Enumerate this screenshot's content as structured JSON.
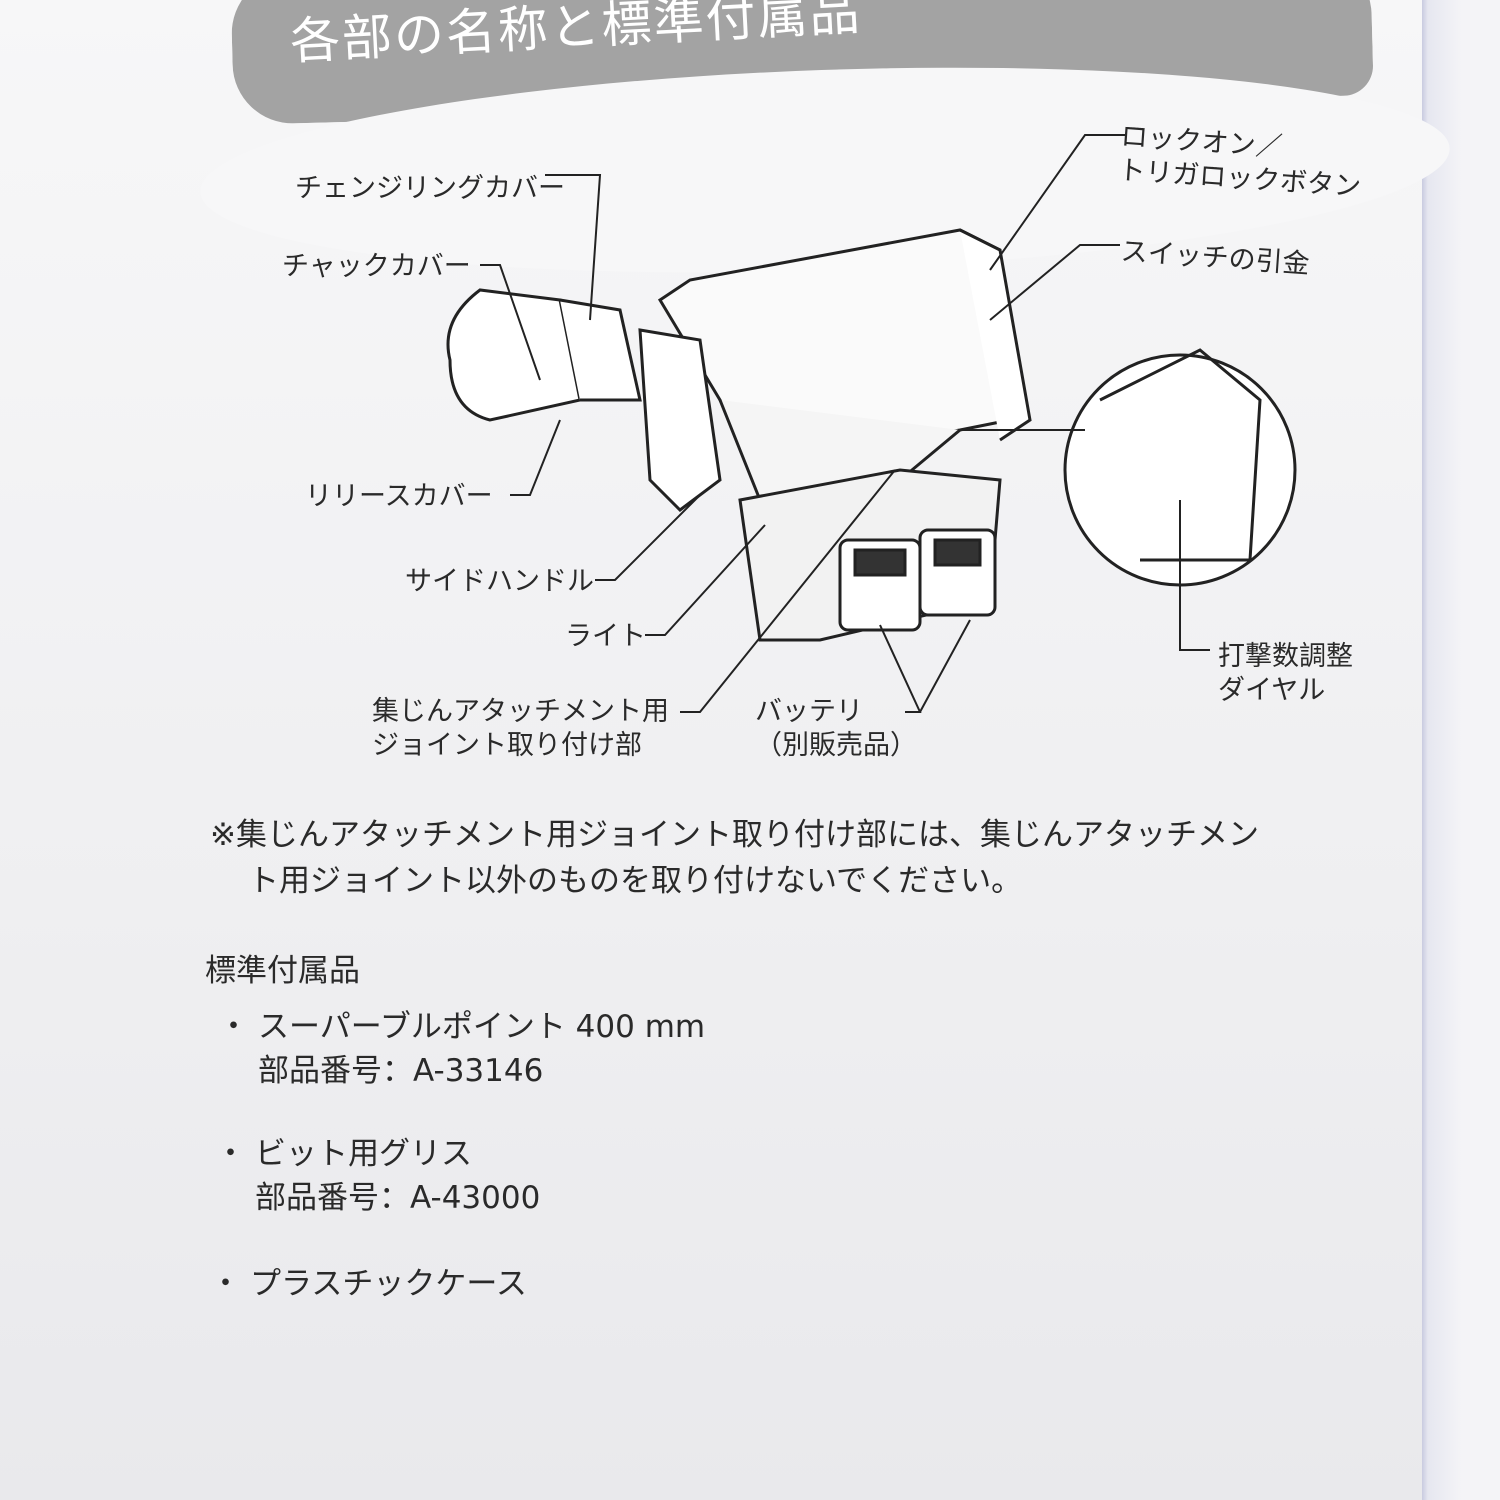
{
  "header": {
    "title": "各部の名称と標準付属品"
  },
  "parts": {
    "changing_ring_cover": "チェンジリングカバー",
    "chuck_cover": "チャックカバー",
    "release_cover": "リリースカバー",
    "side_handle": "サイドハンドル",
    "light": "ライト",
    "dust_joint_line1": "集じんアタッチメント用",
    "dust_joint_line2": "ジョイント取り付け部",
    "battery_line1": "バッテリ",
    "battery_line2": "（別販売品）",
    "lock_button_line1": "ロックオン／",
    "lock_button_line2": "トリガロックボタン",
    "switch_trigger": "スイッチの引金",
    "dial_line1": "打撃数調整",
    "dial_line2": "ダイヤル"
  },
  "note": {
    "line1": "※集じんアタッチメント用ジョイント取り付け部には、集じんアタッチメン",
    "line2": "ト用ジョイント以外のものを取り付けないでください。"
  },
  "accessories": {
    "heading": "標準付属品",
    "bullet": "・",
    "items": [
      {
        "name": "スーパーブルポイント 400 mm",
        "part_no": "部品番号：A-33146"
      },
      {
        "name": "ビット用グリス",
        "part_no": "部品番号：A-43000"
      },
      {
        "name": "プラスチックケース"
      }
    ]
  }
}
